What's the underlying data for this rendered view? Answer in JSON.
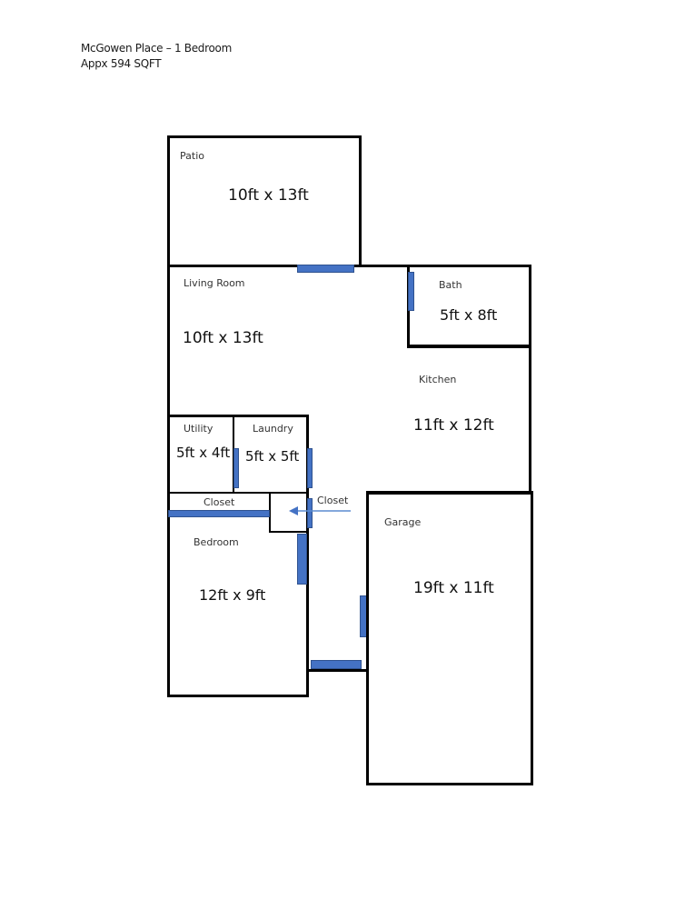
{
  "header": {
    "title": "McGowen Place – 1 Bedroom",
    "area": "Appx 594 SQFT"
  },
  "rooms": {
    "patio": {
      "name": "Patio",
      "dimensions": "10ft x 13ft"
    },
    "living_room": {
      "name": "Living Room",
      "dimensions": "10ft x 13ft"
    },
    "bath": {
      "name": "Bath",
      "dimensions": "5ft x 8ft"
    },
    "kitchen": {
      "name": "Kitchen",
      "dimensions": "11ft x 12ft"
    },
    "utility": {
      "name": "Utility",
      "dimensions": "5ft x 4ft"
    },
    "laundry": {
      "name": "Laundry",
      "dimensions": "5ft x 5ft"
    },
    "bedroom_closet": {
      "name": "Closet"
    },
    "hall_closet": {
      "name": "Closet"
    },
    "bedroom": {
      "name": "Bedroom",
      "dimensions": "12ft x 9ft"
    },
    "garage": {
      "name": "Garage",
      "dimensions": "19ft x 11ft"
    }
  },
  "colors": {
    "walls": "#000000",
    "doors": "#4472c4",
    "arrow": "#5b8bd0"
  }
}
